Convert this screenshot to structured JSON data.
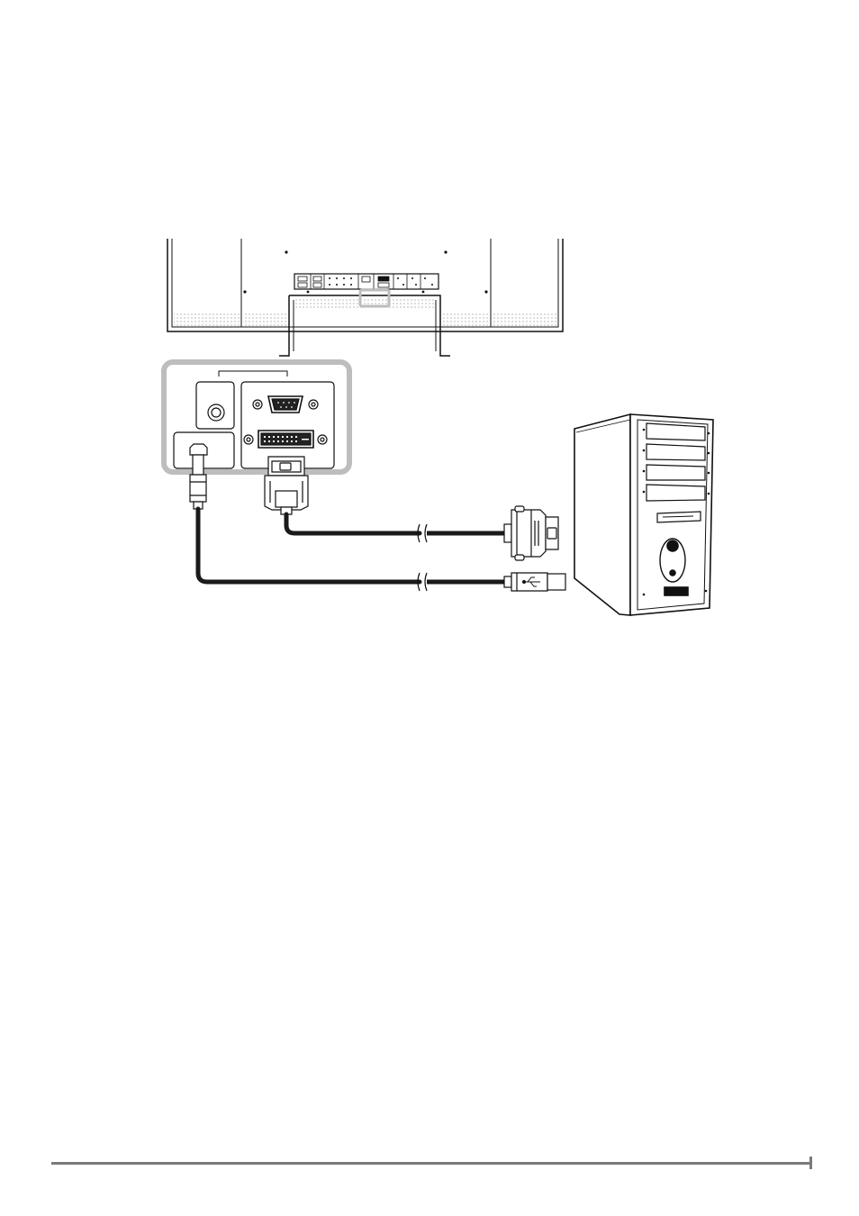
{
  "figure": {
    "monitor": {
      "icon": "monitor-rear-panel"
    },
    "callout": {
      "icon": "connector-panel-zoom",
      "highlight_color": "#bdbdbd"
    },
    "ports": {
      "dc_jack": {
        "icon": "dc-in-port-icon"
      },
      "usb_upstream": {
        "icon": "usb-b-port-icon"
      },
      "vga": {
        "icon": "vga-dsub-port-icon"
      },
      "dvi": {
        "icon": "dvi-port-icon"
      }
    },
    "cables": {
      "dvi_cable": {
        "icon": "dvi-cable",
        "color": "#1a1a1a"
      },
      "usb_cable": {
        "icon": "usb-cable",
        "color": "#1a1a1a"
      }
    },
    "computer": {
      "icon": "pc-tower-icon"
    }
  },
  "footer": {
    "rule_color": "#7a7a7a"
  }
}
